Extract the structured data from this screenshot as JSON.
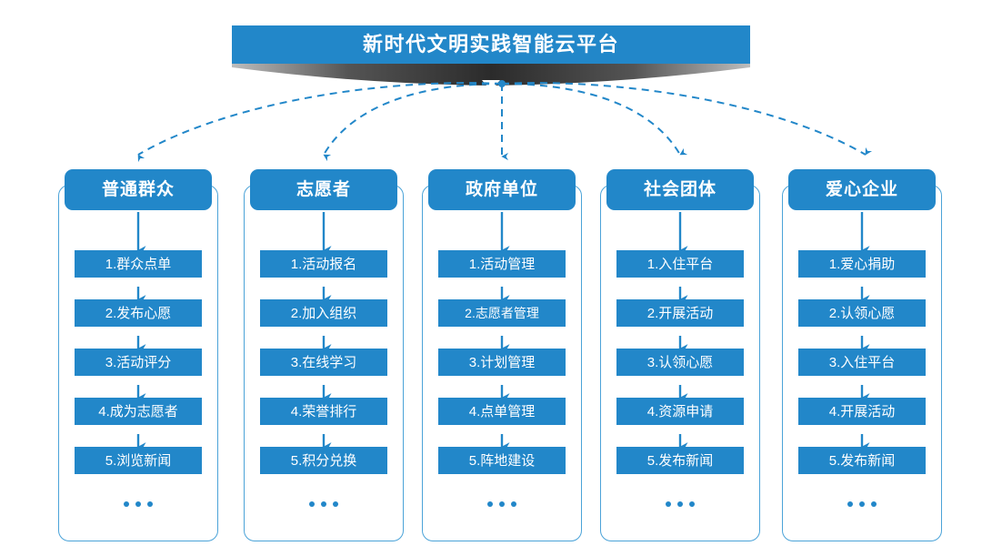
{
  "title": {
    "text": "新时代文明实践智能云平台",
    "chevron_icon": "chevron-down-icon"
  },
  "colors": {
    "primary_blue": "#2287c9",
    "frame_border": "#4ba3d8",
    "ribbon_dark": "#2e2e2e",
    "text_on_blue": "#ffffff",
    "background": "#ffffff"
  },
  "ellipsis_label": "…",
  "columns": [
    {
      "header": "普通群众",
      "items": [
        "1.群众点单",
        "2.发布心愿",
        "3.活动评分",
        "4.成为志愿者",
        "5.浏览新闻"
      ]
    },
    {
      "header": "志愿者",
      "items": [
        "1.活动报名",
        "2.加入组织",
        "3.在线学习",
        "4.荣誉排行",
        "5.积分兑换"
      ]
    },
    {
      "header": "政府单位",
      "items": [
        "1.活动管理",
        "2.志愿者管理",
        "3.计划管理",
        "4.点单管理",
        "5.阵地建设"
      ]
    },
    {
      "header": "社会团体",
      "items": [
        "1.入住平台",
        "2.开展活动",
        "3.认领心愿",
        "4.资源申请",
        "5.发布新闻"
      ]
    },
    {
      "header": "爱心企业",
      "items": [
        "1.爱心捐助",
        "2.认领心愿",
        "3.入住平台",
        "4.开展活动",
        "5.发布新闻"
      ]
    }
  ]
}
